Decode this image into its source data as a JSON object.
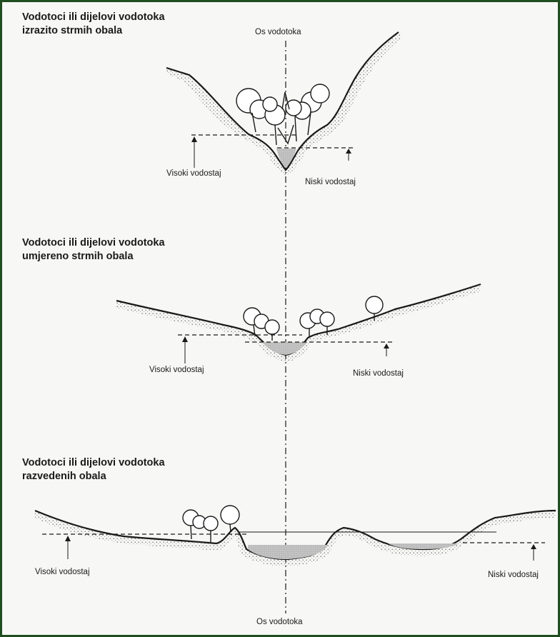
{
  "axis": {
    "top_label": "Os vodotoka",
    "bottom_label": "Os vodotoka"
  },
  "sections": [
    {
      "title_line1": "Vodotoci ili dijelovi vodotoka",
      "title_line2": "izrazito strmih obala",
      "high_water_label": "Visoki vodostaj",
      "low_water_label": "Niski vodostaj"
    },
    {
      "title_line1": "Vodotoci ili dijelovi vodotoka",
      "title_line2": "umjereno strmih obala",
      "high_water_label": "Visoki vodostaj",
      "low_water_label": "Niski vodostaj"
    },
    {
      "title_line1": "Vodotoci ili dijelovi vodotoka",
      "title_line2": "razvedenih obala",
      "high_water_label": "Visoki vodostaj",
      "low_water_label": "Niski vodostaj"
    }
  ],
  "colors": {
    "frame": "#1f4d1f",
    "ink": "#1a1a1a",
    "water": "#b8b8b8"
  }
}
